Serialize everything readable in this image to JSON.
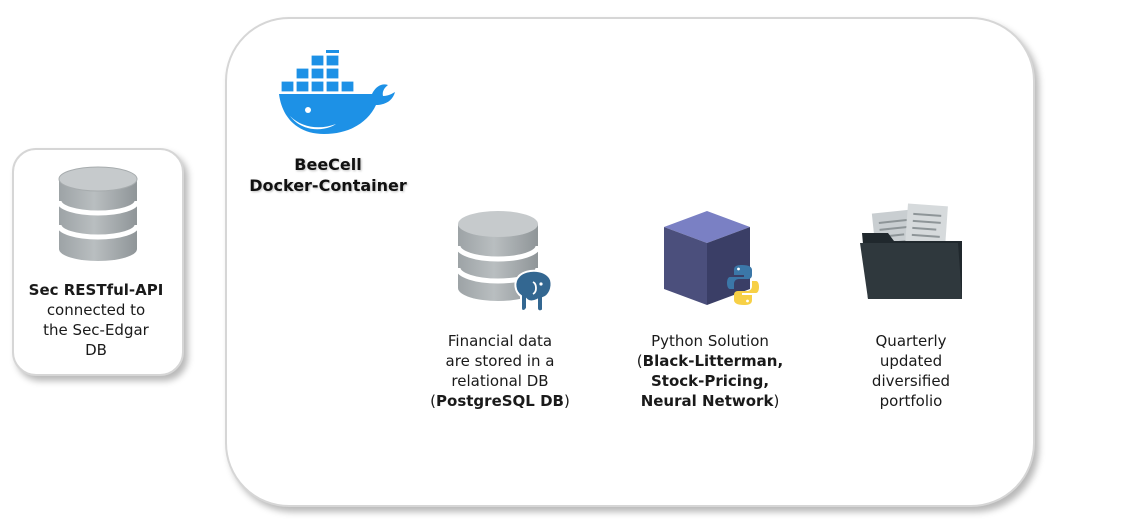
{
  "left_box": {
    "title": "Sec RESTful-API",
    "line2": "connected to",
    "line3": "the Sec-Edgar",
    "line4": "DB"
  },
  "container": {
    "title_line1": "BeeCell",
    "title_line2": "Docker-Container"
  },
  "components": [
    {
      "icon": "postgresql-database-icon",
      "line1": "Financial data",
      "line2": "are stored in a",
      "line3": "relational DB",
      "line4_open": "(",
      "line4_bold": "PostgreSQL DB",
      "line4_close": ")"
    },
    {
      "icon": "python-cube-icon",
      "line1": "Python Solution",
      "line2_open": "(",
      "line2_bold": "Black-Litterman,",
      "line3_bold": "Stock-Pricing,",
      "line4_bold": "Neural Network",
      "line4_close": ")"
    },
    {
      "icon": "portfolio-folder-icon",
      "line1": "Quarterly",
      "line2": "updated",
      "line3": "diversified",
      "line4": "portfolio"
    }
  ]
}
